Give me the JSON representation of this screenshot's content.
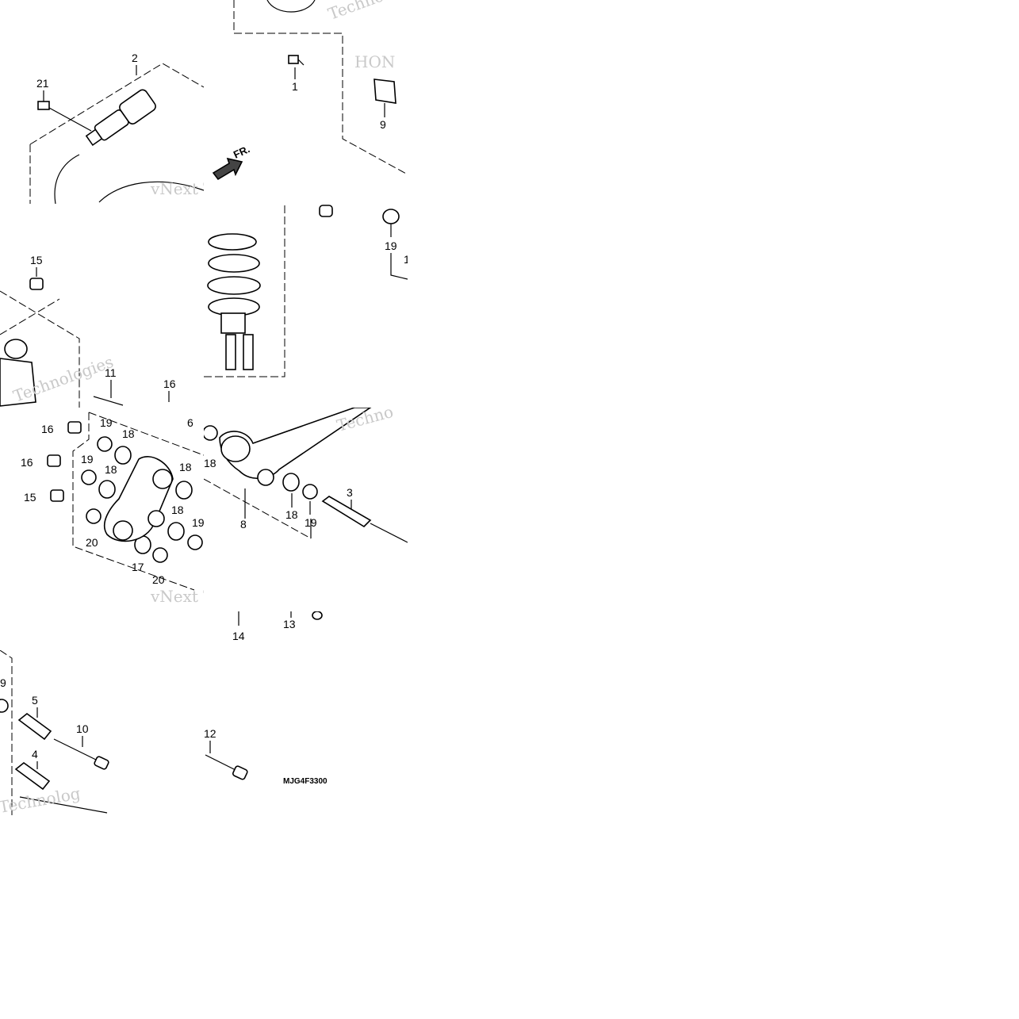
{
  "diagram": {
    "drawing_code": "MJG4F3300",
    "front_marker": "FR.",
    "watermark_texts": [
      "Techno",
      "vNext Te",
      "Technologies",
      "Technolog",
      "HON"
    ],
    "callouts": {
      "c1": "1",
      "c2": "2",
      "c3": "3",
      "c4": "4",
      "c5": "5",
      "c6": "6",
      "c8": "8",
      "c9": "9",
      "c10": "10",
      "c11": "11",
      "c12": "12",
      "c13": "13",
      "c14": "14",
      "c15": "15",
      "c16": "16",
      "c17": "17",
      "c18": "18",
      "c19": "19",
      "c20": "20",
      "c21": "21"
    },
    "partial_callouts": {
      "p1": "1",
      "p18": "18",
      "p19": "19",
      "p9": "9"
    }
  }
}
